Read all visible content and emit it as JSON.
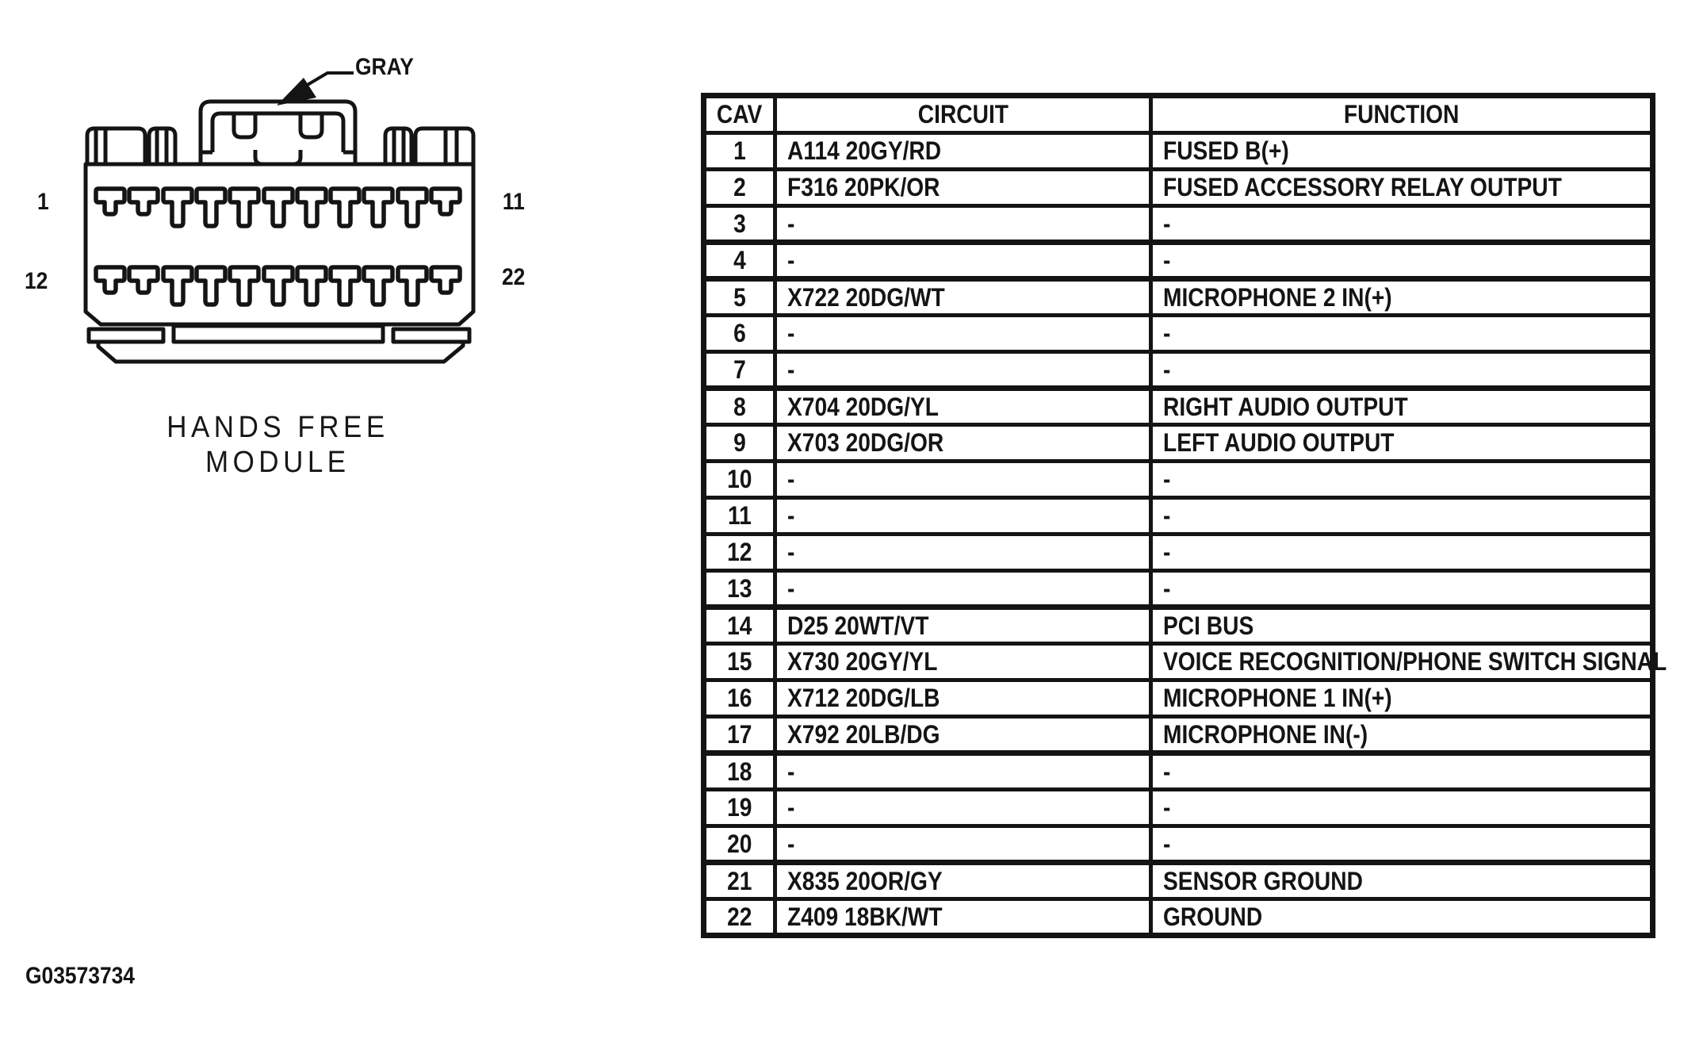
{
  "colors": {
    "ink": "#141414",
    "background": "#ffffff"
  },
  "figure": {
    "connector_color_label": "GRAY",
    "module_name_line1": "HANDS FREE",
    "module_name_line2": "MODULE",
    "pin_labels": {
      "top_left": "1",
      "top_right": "11",
      "bottom_left": "12",
      "bottom_right": "22"
    }
  },
  "table": {
    "headers": [
      "CAV",
      "CIRCUIT",
      "FUNCTION"
    ],
    "rows": [
      [
        "1",
        "A114 20GY/RD",
        "FUSED B(+)"
      ],
      [
        "2",
        "F316 20PK/OR",
        "FUSED ACCESSORY RELAY OUTPUT"
      ],
      [
        "3",
        "-",
        "-"
      ],
      [
        "4",
        "-",
        "-"
      ],
      [
        "5",
        "X722 20DG/WT",
        "MICROPHONE 2 IN(+)"
      ],
      [
        "6",
        "-",
        "-"
      ],
      [
        "7",
        "-",
        "-"
      ],
      [
        "8",
        "X704 20DG/YL",
        "RIGHT AUDIO OUTPUT"
      ],
      [
        "9",
        "X703 20DG/OR",
        "LEFT AUDIO OUTPUT"
      ],
      [
        "10",
        "-",
        "-"
      ],
      [
        "11",
        "-",
        "-"
      ],
      [
        "12",
        "-",
        "-"
      ],
      [
        "13",
        "-",
        "-"
      ],
      [
        "14",
        "D25 20WT/VT",
        "PCI BUS"
      ],
      [
        "15",
        "X730 20GY/YL",
        "VOICE RECOGNITION/PHONE SWITCH SIGNAL"
      ],
      [
        "16",
        "X712 20DG/LB",
        "MICROPHONE 1 IN(+)"
      ],
      [
        "17",
        "X792 20LB/DG",
        "MICROPHONE IN(-)"
      ],
      [
        "18",
        "-",
        "-"
      ],
      [
        "19",
        "-",
        "-"
      ],
      [
        "20",
        "-",
        "-"
      ],
      [
        "21",
        "X835 20OR/GY",
        "SENSOR GROUND"
      ],
      [
        "22",
        "Z409 18BK/WT",
        "GROUND"
      ]
    ]
  },
  "footer": {
    "figure_id": "G03573734"
  }
}
